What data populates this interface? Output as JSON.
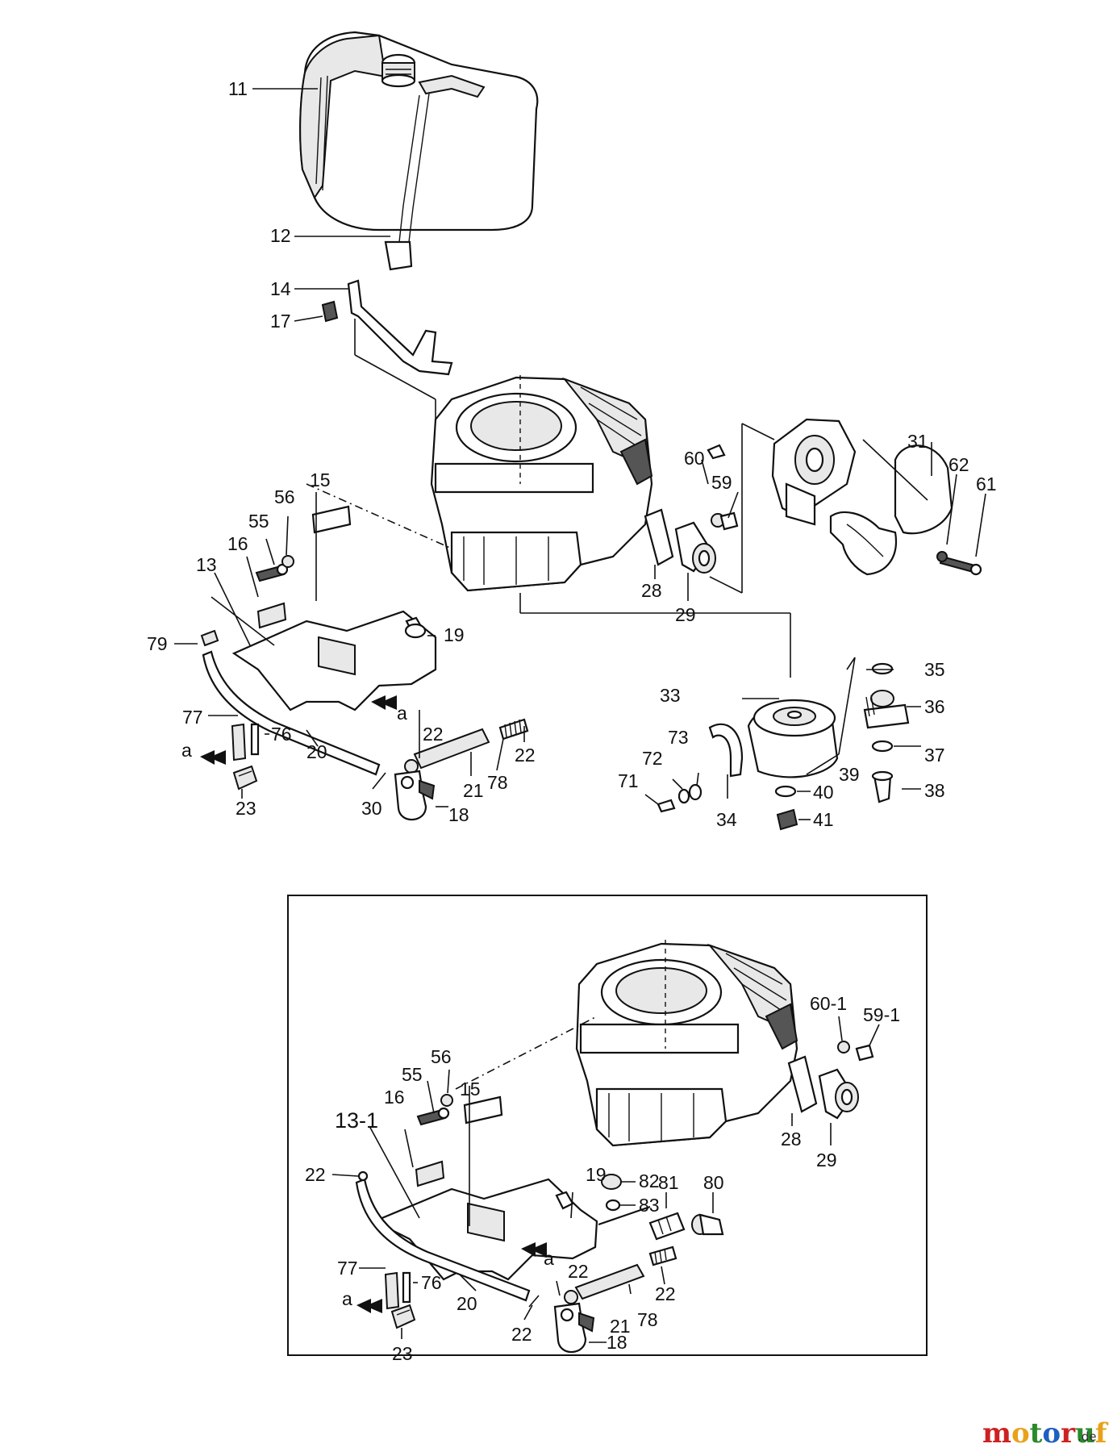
{
  "labels_top": {
    "l11": "11",
    "l12": "12",
    "l14": "14",
    "l17": "17",
    "l31": "31",
    "l60": "60",
    "l59": "59",
    "l62": "62",
    "l61": "61",
    "l15": "15",
    "l56": "56",
    "l55": "55",
    "l16": "16",
    "l13": "13",
    "l28": "28",
    "l29": "29",
    "l79": "79",
    "l19": "19",
    "l35": "35",
    "l33": "33",
    "l36": "36",
    "l73": "73",
    "l72": "72",
    "l37": "37",
    "l77": "77",
    "l76": "76",
    "l22a": "22",
    "l22b": "22",
    "l78": "78",
    "l21": "21",
    "l20": "20",
    "l71": "71",
    "l39": "39",
    "l40": "40",
    "l38": "38",
    "l34": "34",
    "l41": "41",
    "l30": "30",
    "l18": "18",
    "l23": "23",
    "la1": "a",
    "la2": "a"
  },
  "labels_inset": {
    "l60_1": "60-1",
    "l59_1": "59-1",
    "l55": "55",
    "l56": "56",
    "l15": "15",
    "l16": "16",
    "l13_1": "13-1",
    "l28": "28",
    "l29": "29",
    "l22a": "22",
    "l19": "19",
    "l82": "82",
    "l83": "83",
    "l81": "81",
    "l80": "80",
    "la1": "a",
    "l77": "77",
    "l76": "76",
    "l22b": "22",
    "l22c": "22",
    "l78": "78",
    "l20": "20",
    "l21": "21",
    "l23": "23",
    "la2": "a",
    "l22d": "22",
    "l18": "18"
  },
  "watermark": {
    "main": "motoruf",
    "suffix": ".de",
    "colors": [
      "#cc2222",
      "#e8a21a",
      "#2a8a2a",
      "#1f5fbf",
      "#cc2222",
      "#2a8a2a",
      "#e8a21a"
    ]
  }
}
